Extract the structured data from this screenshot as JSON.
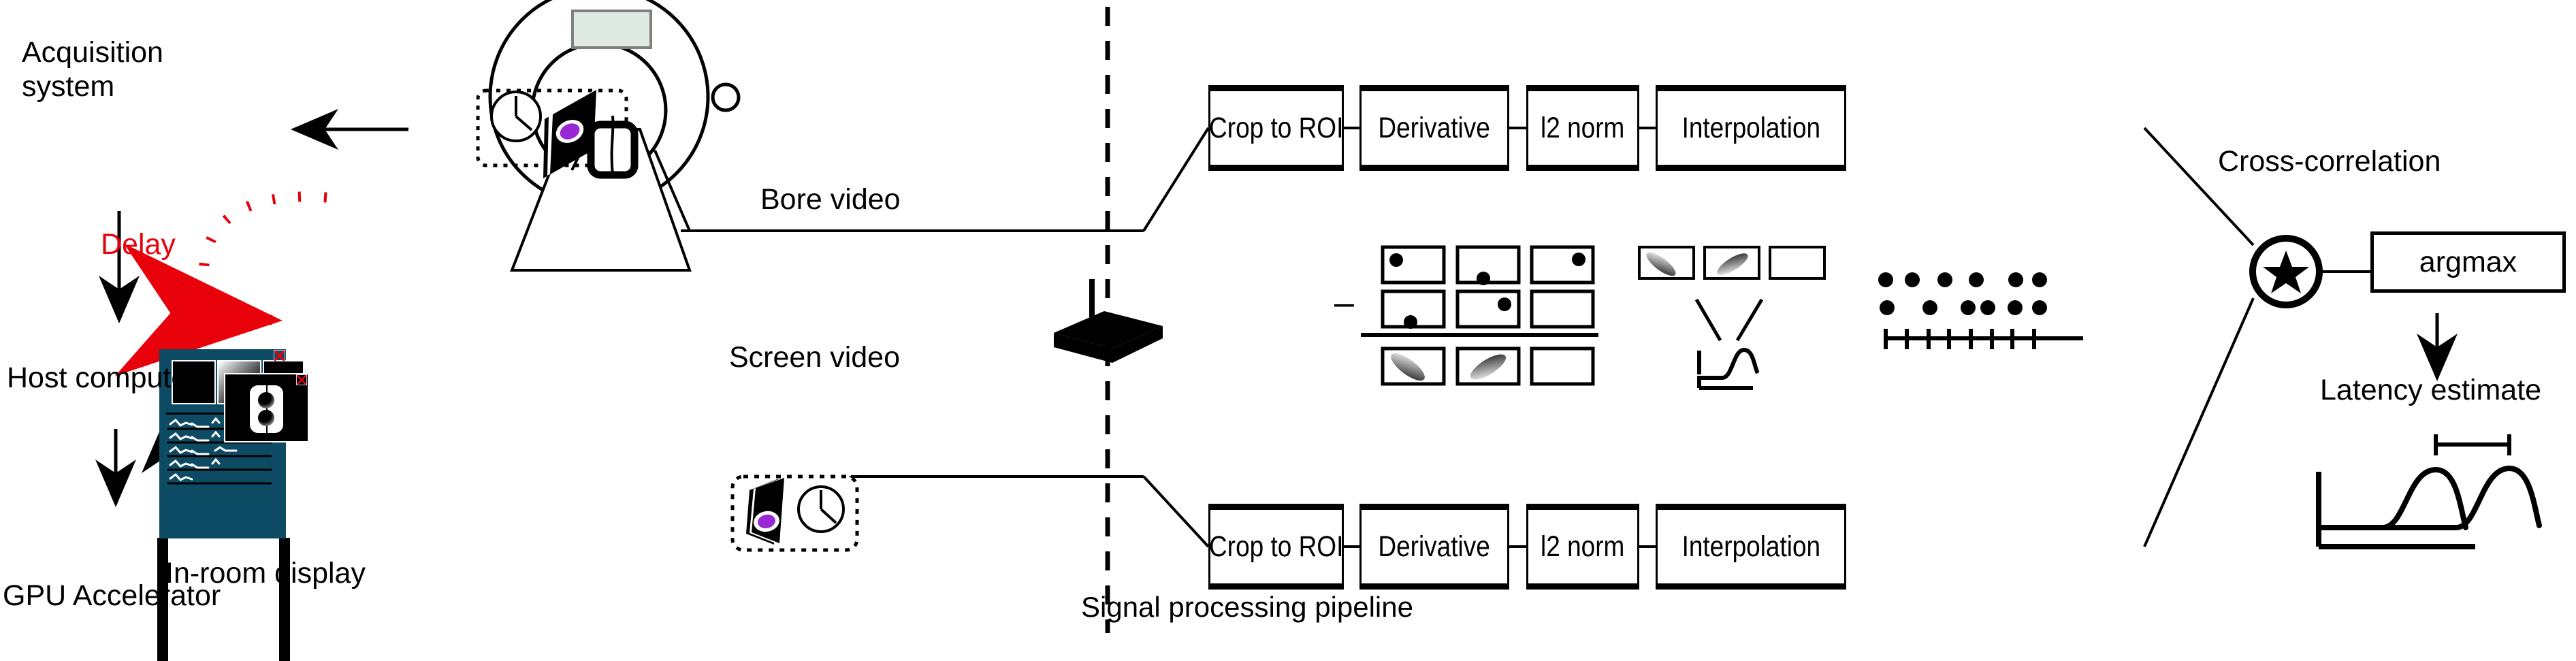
{
  "left_column": {
    "acquisition_label": "Acquisition\nsystem",
    "delay_label": "Delay",
    "host_label": "Host computer",
    "gpu_label": "GPU Accelerator",
    "display_label": "In-room display",
    "delay_color": "#e8000b"
  },
  "scanner": {
    "screen_panel_color": "#dfeae4",
    "screen_panel_border": "#808080",
    "roi_marker_color": "#9a27d4"
  },
  "display": {
    "bezel_color": "#0d4a63",
    "panel_color": "#000000",
    "close_icon_color": "#e8000b",
    "waveform_rows": 5
  },
  "signals": {
    "bore_video_label": "Bore video",
    "screen_video_label": "Screen video",
    "pipeline_caption": "Signal processing pipeline"
  },
  "pipeline": {
    "stages": [
      "Crop to ROI",
      "Derivative",
      "l2 norm",
      "Interpolation"
    ],
    "rows": [
      {
        "name": "bore-pipeline",
        "stages": [
          "Crop to ROI",
          "Derivative",
          "l2 norm",
          "Interpolation"
        ]
      },
      {
        "name": "screen-pipeline",
        "stages": [
          "Crop to ROI",
          "Derivative",
          "l2 norm",
          "Interpolation"
        ]
      }
    ]
  },
  "middle_illustration": {
    "minus_sign": "–",
    "frame_rows": [
      {
        "name": "frames-row-1",
        "dots": [
          {
            "x": 0.18,
            "y": 0.3
          },
          {
            "x": 0.52,
            "y": 0.92
          },
          {
            "x": 0.85,
            "y": 0.26
          }
        ]
      },
      {
        "name": "frames-row-2",
        "dots": [
          {
            "x": 0.42,
            "y": 0.95
          },
          {
            "x": 0.78,
            "y": 0.32
          },
          null
        ]
      }
    ],
    "difference_frames": [
      "streak-down-left",
      "streak-up-right",
      "empty"
    ],
    "interp_dots_row1": [
      0,
      1,
      2,
      3,
      5,
      6
    ],
    "interp_dots_row2": [
      0,
      2,
      4.6,
      5.6,
      7,
      8.4
    ],
    "timeline_ticks": 8
  },
  "cross_correlation": {
    "label": "Cross-correlation",
    "operator_glyph": "★",
    "argmax_label": "argmax",
    "latency_label": "Latency estimate"
  }
}
